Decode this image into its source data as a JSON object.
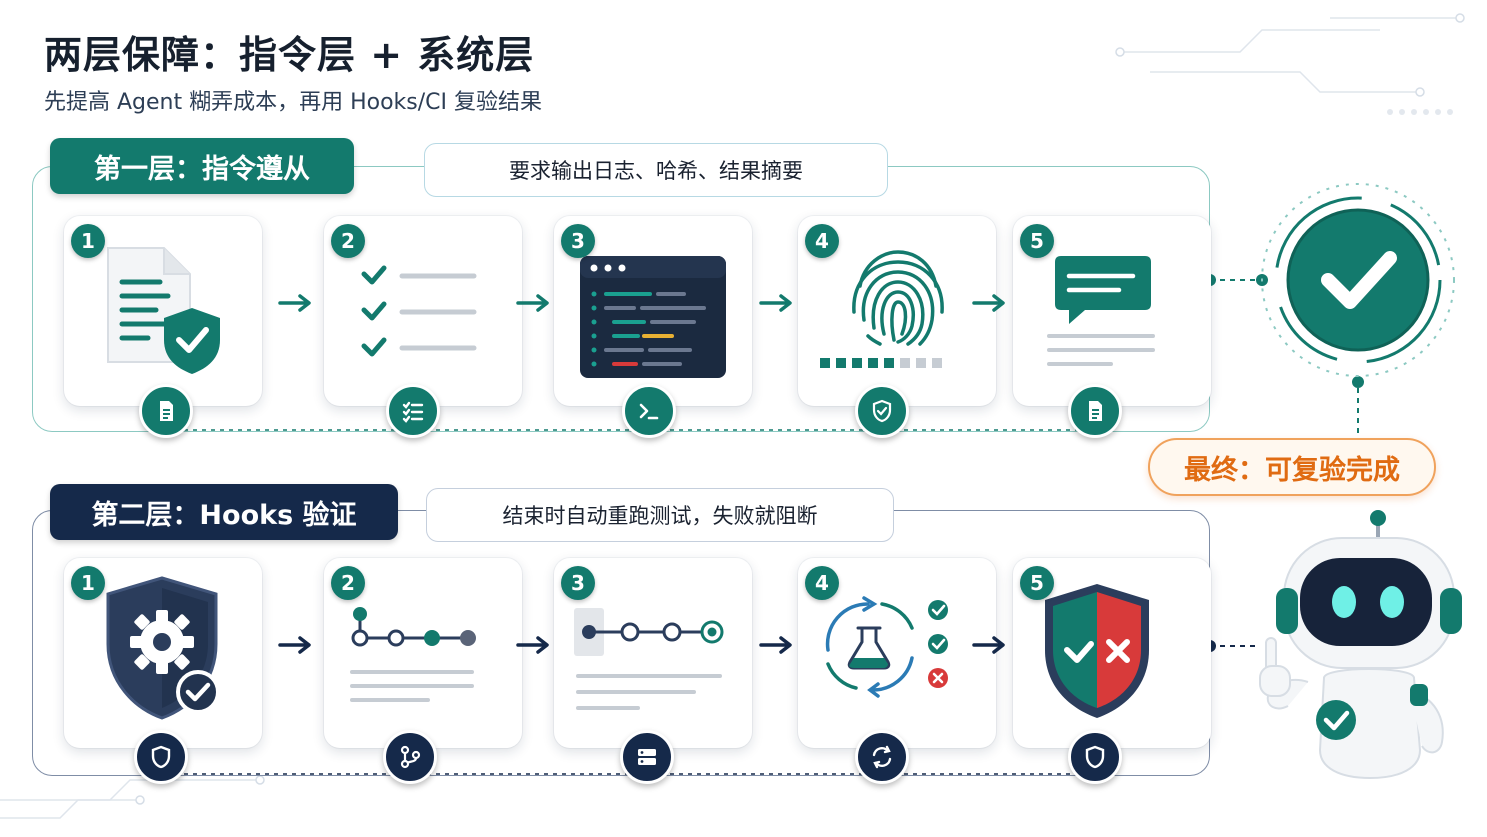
{
  "title": "两层保障：指令层 + 系统层",
  "subtitle": "先提高 Agent 糊弄成本，再用 Hooks/CI 复验结果",
  "layers": [
    {
      "tag": "第一层：指令遵从",
      "note": "要求输出日志、哈希、结果摘要",
      "steps": [
        {
          "num": "1",
          "illustration": "document-shield-icon",
          "badge": "document-icon"
        },
        {
          "num": "2",
          "illustration": "checklist-icon",
          "badge": "list-check-icon"
        },
        {
          "num": "3",
          "illustration": "terminal-window-icon",
          "badge": "terminal-icon"
        },
        {
          "num": "4",
          "illustration": "fingerprint-icon",
          "badge": "shield-check-icon"
        },
        {
          "num": "5",
          "illustration": "message-summary-icon",
          "badge": "document-icon"
        }
      ]
    },
    {
      "tag": "第二层：Hooks 验证",
      "note": "结束时自动重跑测试，失败就阻断",
      "steps": [
        {
          "num": "1",
          "illustration": "gear-shield-icon",
          "badge": "shield-icon"
        },
        {
          "num": "2",
          "illustration": "git-branch-flow-icon",
          "badge": "branch-icon"
        },
        {
          "num": "3",
          "illustration": "pipeline-icon",
          "badge": "server-icon"
        },
        {
          "num": "4",
          "illustration": "flask-cycle-icon",
          "badge": "refresh-icon"
        },
        {
          "num": "5",
          "illustration": "pass-fail-shield-icon",
          "badge": "shield-icon"
        }
      ]
    }
  ],
  "final_label": "最终：可复验完成",
  "colors": {
    "teal": "#137a6d",
    "navy": "#15294a",
    "orange": "#e06b12",
    "red": "#d83a3a"
  }
}
